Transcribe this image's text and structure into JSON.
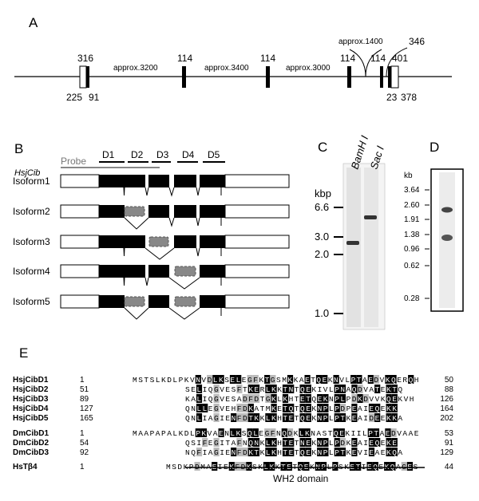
{
  "panels": {
    "A": "A",
    "B": "B",
    "C": "C",
    "D": "D",
    "E": "E"
  },
  "panelA": {
    "labels_top": [
      "316",
      "approx.3200",
      "114",
      "approx.3400",
      "114",
      "approx.3000",
      "114",
      "approx.1400",
      "114",
      "346",
      "401"
    ],
    "labels_bottom": [
      "225",
      "91",
      "23",
      "378"
    ]
  },
  "panelB": {
    "probe": "Probe",
    "domains": [
      "D1",
      "D2",
      "D3",
      "D4",
      "D5"
    ],
    "gene": "HsjCib",
    "isoforms": [
      "Isoform1",
      "Isoform2",
      "Isoform3",
      "Isoform4",
      "Isoform5"
    ]
  },
  "panelC": {
    "unit": "kbp",
    "ticks": [
      "6.6",
      "3.0",
      "2.0",
      "1.0"
    ],
    "lanes": [
      "BamH I",
      "Sac I"
    ]
  },
  "panelD": {
    "unit": "kb",
    "ticks": [
      "3.64",
      "2.60",
      "1.91",
      "1.38",
      "0.96",
      "0.62",
      "0.28"
    ]
  },
  "panelE": {
    "rows": [
      {
        "name": "HsjCibD1",
        "start": "1",
        "seq": "MSTSLKDLPKVNVDLKSELEGFKTGSMKKAETQEKNVLPTAEDVKQERQH",
        "end": "50"
      },
      {
        "name": "HsjCibD2",
        "start": "51",
        "seq": "SELIQGVESFTKERLKKTNTQEKIVLPNAQDVATEKTQ",
        "end": "88"
      },
      {
        "name": "HsjCibD3",
        "start": "89",
        "seq": "KALIQGVESADFDTGKLKHTETQEKNPLPDKDVVKQEKVH",
        "end": "126"
      },
      {
        "name": "HsjCibD4",
        "start": "127",
        "seq": "QNLLEGVEHFDKATMKETQTQEKNPLPDPEAIEQEKK",
        "end": "164"
      },
      {
        "name": "HsjCibD5",
        "start": "165",
        "seq": "QNLIAGIENFDTKKLKHTETQEKNPLPTKEAIDEEKKA",
        "end": "202"
      },
      {
        "name": "DmCibD1",
        "start": "1",
        "seq": "MAAPAPALKDLPKVAENLKSQLEGFNQDKLKNASTQEKIILPTAEDVAAEKTQ",
        "end": "53"
      },
      {
        "name": "DmCibD2",
        "start": "54",
        "seq": "QSIFEGITAFNQNKLKHTETNEKNPLPDKEAIEQEKE",
        "end": "91"
      },
      {
        "name": "DmCibD3",
        "start": "92",
        "seq": "NQFIAGIENFDKTKLKHTETQEKNPLPTKEVIEAEKQA",
        "end": "129"
      },
      {
        "name": "HsTβ4",
        "start": "1",
        "seq": "MSDKPDMAEIEKFDKSKLKKTETQEKNPLPSKETIEQEKQAGES",
        "end": "44"
      }
    ],
    "domain_label": "WH2 domain"
  }
}
